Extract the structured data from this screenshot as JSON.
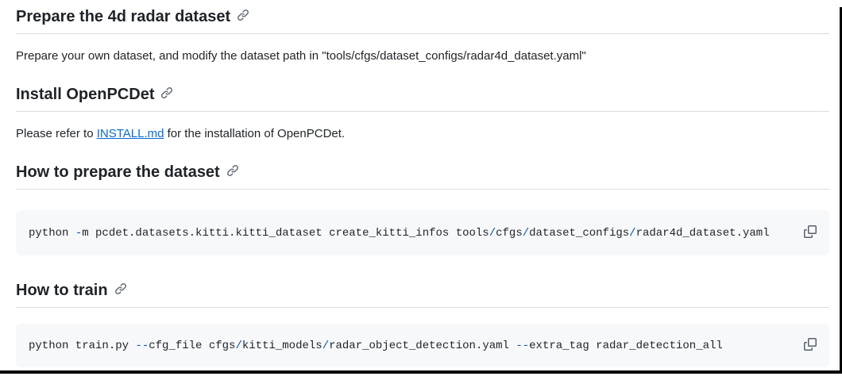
{
  "theme": {
    "link_color": "#0969da",
    "code_accent_color": "#0550ae",
    "text_color": "#1f2328",
    "code_background": "#f6f8fa",
    "heading_rule_color": "#d8dee4"
  },
  "sections": [
    {
      "heading": "Prepare the 4d radar dataset",
      "paragraph": "Prepare your own dataset, and modify the dataset path in \"tools/cfgs/dataset_configs/radar4d_dataset.yaml\""
    },
    {
      "heading": "Install OpenPCDet",
      "paragraph_parts": {
        "before": "Please refer to ",
        "link": "INSTALL.md",
        "after": " for the installation of OpenPCDet."
      }
    },
    {
      "heading": "How to prepare the dataset",
      "code": {
        "segments": [
          {
            "text": "python ",
            "color": "default"
          },
          {
            "text": "-",
            "color": "accent"
          },
          {
            "text": "m pcdet.datasets.kitti.kitti_dataset create_kitti_infos tools",
            "color": "default"
          },
          {
            "text": "/",
            "color": "accent"
          },
          {
            "text": "cfgs",
            "color": "default"
          },
          {
            "text": "/",
            "color": "accent"
          },
          {
            "text": "dataset_configs",
            "color": "default"
          },
          {
            "text": "/",
            "color": "accent"
          },
          {
            "text": "radar4d_dataset.yaml",
            "color": "default"
          }
        ]
      }
    },
    {
      "heading": "How to train",
      "code": {
        "segments": [
          {
            "text": "python train.py ",
            "color": "default"
          },
          {
            "text": "--",
            "color": "accent"
          },
          {
            "text": "cfg_file cfgs",
            "color": "default"
          },
          {
            "text": "/",
            "color": "accent"
          },
          {
            "text": "kitti_models",
            "color": "default"
          },
          {
            "text": "/",
            "color": "accent"
          },
          {
            "text": "radar_object_detection.yaml ",
            "color": "default"
          },
          {
            "text": "--",
            "color": "accent"
          },
          {
            "text": "extra_tag radar_detection_all",
            "color": "default"
          }
        ]
      }
    }
  ]
}
